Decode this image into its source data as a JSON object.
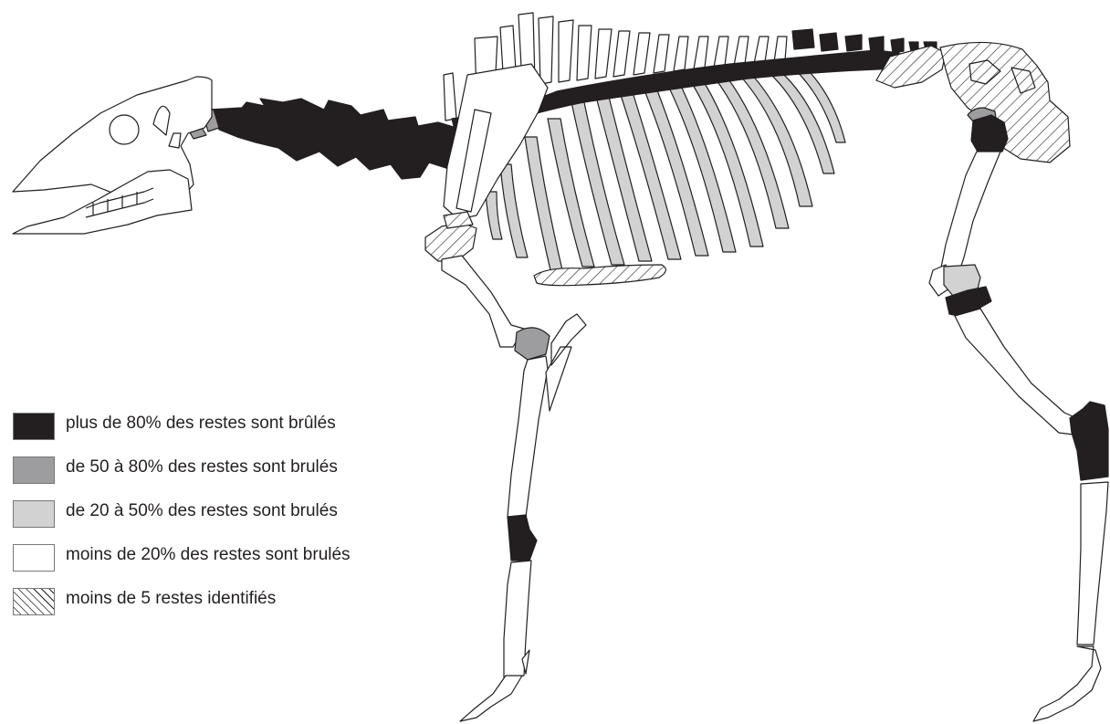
{
  "colors": {
    "black": "#231f20",
    "dark_grey": "#9d9d9f",
    "light_grey": "#d2d2d2",
    "white": "#ffffff",
    "outline": "#231f20"
  },
  "legend": {
    "items": [
      {
        "label": "plus de 80% des restes sont brûlés",
        "fill": "black"
      },
      {
        "label": "de 50 à 80% des restes sont brulés",
        "fill": "dark_grey"
      },
      {
        "label": "de 20 à 50% des restes sont brulés",
        "fill": "light_grey"
      },
      {
        "label": "moins de 20% des restes sont brulés",
        "fill": "white"
      },
      {
        "label": "moins de 5 restes identifiés",
        "fill": "hatched"
      }
    ]
  },
  "bones": [
    {
      "name": "skull",
      "category": "white"
    },
    {
      "name": "mandible",
      "category": "white"
    },
    {
      "name": "occipital-condyle",
      "category": "dark_grey"
    },
    {
      "name": "atlas",
      "category": "dark_grey"
    },
    {
      "name": "cervical-vertebrae",
      "category": "black"
    },
    {
      "name": "thoracic-vertebrae",
      "category": "black"
    },
    {
      "name": "lumbar-vertebrae",
      "category": "black"
    },
    {
      "name": "thoracic-spines",
      "category": "white"
    },
    {
      "name": "ribs",
      "category": "light_grey"
    },
    {
      "name": "sternum",
      "category": "hatched"
    },
    {
      "name": "scapula",
      "category": "white"
    },
    {
      "name": "proximal-humerus",
      "category": "hatched"
    },
    {
      "name": "humerus",
      "category": "white"
    },
    {
      "name": "distal-humerus",
      "category": "dark_grey"
    },
    {
      "name": "radius-ulna",
      "category": "white"
    },
    {
      "name": "carpals",
      "category": "black"
    },
    {
      "name": "metacarpal",
      "category": "white"
    },
    {
      "name": "front-phalanges",
      "category": "white"
    },
    {
      "name": "sacrum",
      "category": "hatched"
    },
    {
      "name": "pelvis",
      "category": "hatched"
    },
    {
      "name": "femur-head",
      "category": "dark_grey"
    },
    {
      "name": "proximal-femur",
      "category": "black"
    },
    {
      "name": "femur",
      "category": "white"
    },
    {
      "name": "patella",
      "category": "white"
    },
    {
      "name": "distal-femur",
      "category": "light_grey"
    },
    {
      "name": "proximal-tibia",
      "category": "black"
    },
    {
      "name": "tibia",
      "category": "white"
    },
    {
      "name": "tarsals",
      "category": "black"
    },
    {
      "name": "metatarsal",
      "category": "white"
    },
    {
      "name": "hind-phalanges",
      "category": "white"
    }
  ]
}
